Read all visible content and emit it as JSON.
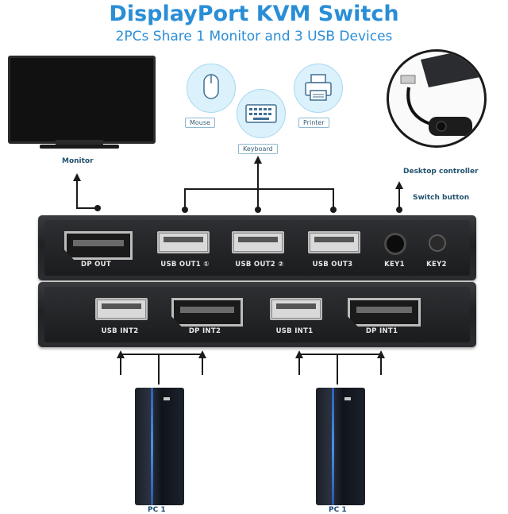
{
  "header": {
    "title": "DisplayPort KVM Switch",
    "subtitle": "2PCs Share 1 Monitor and 3 USB Devices"
  },
  "devices": {
    "monitor": "Monitor",
    "mouse": "Mouse",
    "keyboard": "Keyboard",
    "printer": "Printer",
    "desktop_controller": "Desktop controller",
    "switch_button": "Switch button"
  },
  "front_panel": {
    "ports": [
      {
        "id": "dp_out",
        "label": "DP OUT"
      },
      {
        "id": "usb_out1",
        "label": "USB OUT1 ①"
      },
      {
        "id": "usb_out2",
        "label": "USB OUT2 ②"
      },
      {
        "id": "usb_out3",
        "label": "USB OUT3"
      },
      {
        "id": "key1",
        "label": "KEY1"
      },
      {
        "id": "key2",
        "label": "KEY2"
      }
    ]
  },
  "back_panel": {
    "ports": [
      {
        "id": "usb_int2",
        "label": "USB INT2"
      },
      {
        "id": "dp_int2",
        "label": "DP INT2"
      },
      {
        "id": "usb_int1",
        "label": "USB INT1"
      },
      {
        "id": "dp_int1",
        "label": "DP INT1"
      }
    ]
  },
  "pcs": [
    {
      "label": "PC 1"
    },
    {
      "label": "PC 1"
    }
  ],
  "colors": {
    "accent": "#2a8ed6",
    "icon_circle": "#dbf1fb",
    "panel": "#232528"
  }
}
